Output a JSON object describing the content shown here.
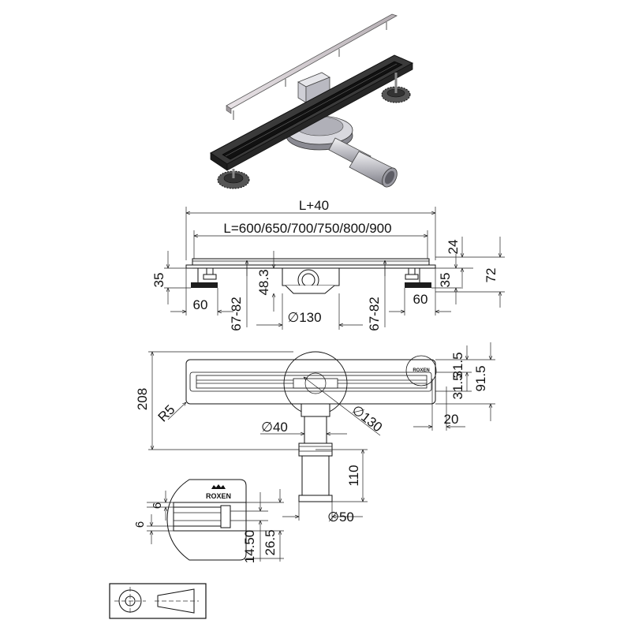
{
  "labels": {
    "overall_length": "L+40",
    "lengths": "L=600/650/700/750/800/900",
    "h24": "24",
    "h72": "72",
    "h35_left": "35",
    "h35_right": "35",
    "w60_left": "60",
    "w60_right": "60",
    "h67_82_left": "67-82",
    "h67_82_right": "67-82",
    "h48_3": "48.3",
    "d130_side": "∅130",
    "w208": "208",
    "r5": "R5",
    "d40": "∅40",
    "d130_top": "∅130",
    "h31_5a": "31.5",
    "h91_5": "91.5",
    "h31_5b": "31.5",
    "w20": "20",
    "h110": "110",
    "d50": "∅50",
    "brand": "ROXEN",
    "d6a": "6",
    "d6b": "6",
    "d14_50": "14.50",
    "d26_5": "26.5"
  },
  "colors": {
    "steel_dark": "#2a2a2a",
    "steel_light": "#c9c9cf",
    "pipe": "#bdbdc3",
    "grate": "#d9d2d8"
  }
}
